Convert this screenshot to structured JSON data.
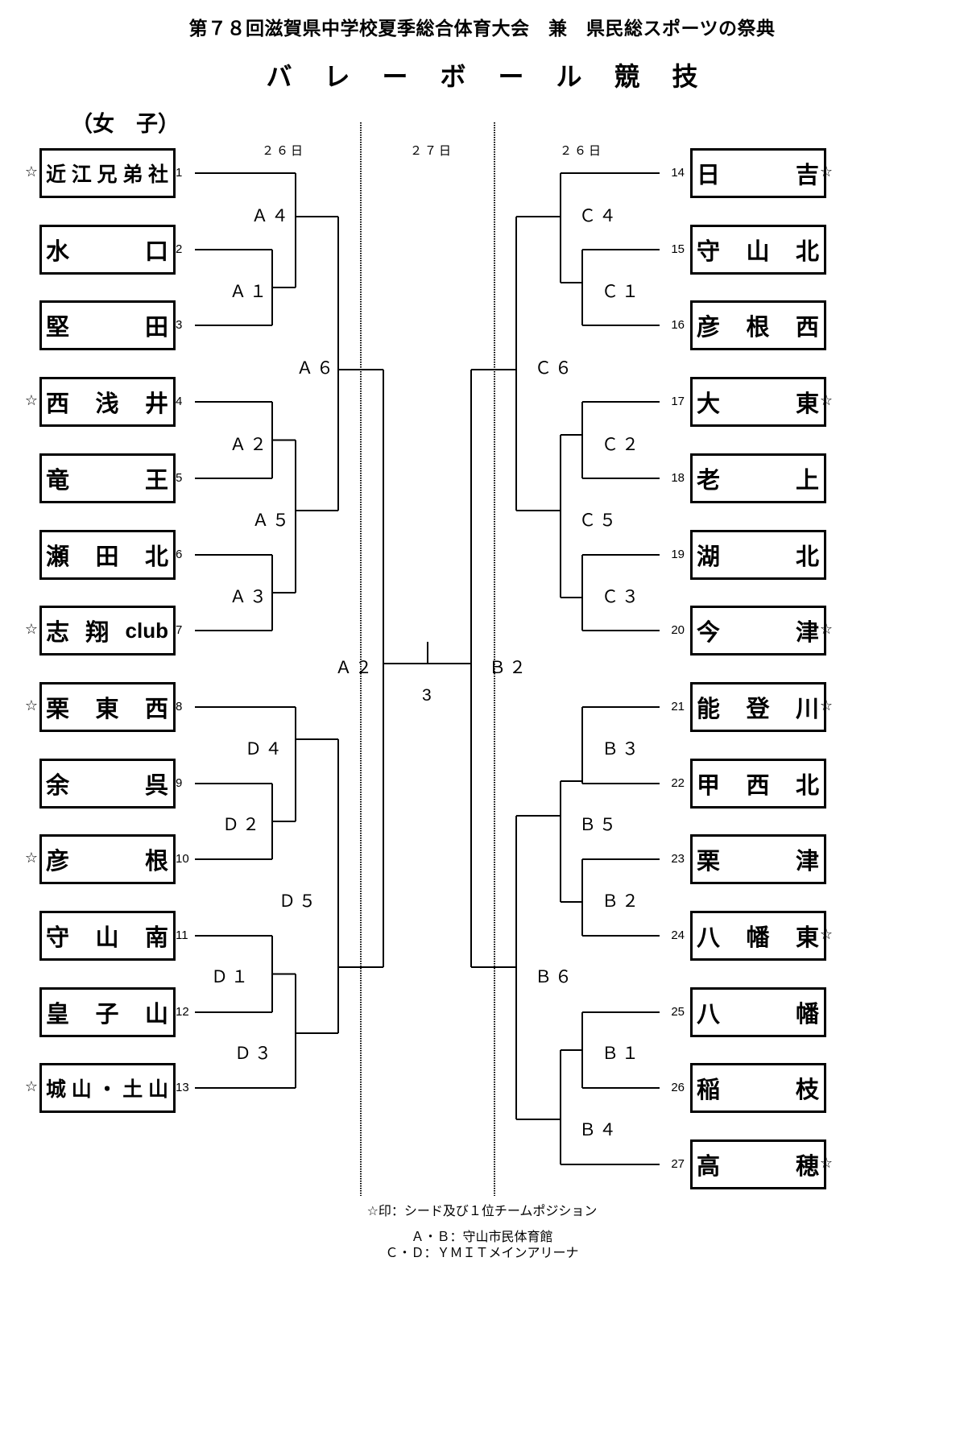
{
  "header": {
    "event_title": "第７８回滋賀県中学校夏季総合体育大会　兼　県民総スポーツの祭典",
    "sport_title_chars": [
      "バ",
      "レ",
      "ー",
      "ボ",
      "ー",
      "ル",
      "競",
      "技"
    ],
    "division": "（女　子）"
  },
  "days": {
    "left": "２６日",
    "center": "２７日",
    "right": "２６日"
  },
  "left_teams": [
    {
      "no": "1",
      "name": "近江兄弟社",
      "chars": [
        "近",
        "江",
        "兄",
        "弟",
        "社"
      ],
      "seed": true
    },
    {
      "no": "2",
      "name": "水口",
      "chars": [
        "水",
        "口"
      ],
      "seed": false
    },
    {
      "no": "3",
      "name": "堅田",
      "chars": [
        "堅",
        "田"
      ],
      "seed": false
    },
    {
      "no": "4",
      "name": "西浅井",
      "chars": [
        "西",
        "浅",
        "井"
      ],
      "seed": true
    },
    {
      "no": "5",
      "name": "竜王",
      "chars": [
        "竜",
        "王"
      ],
      "seed": false
    },
    {
      "no": "6",
      "name": "瀬田北",
      "chars": [
        "瀬",
        "田",
        "北"
      ],
      "seed": false
    },
    {
      "no": "7",
      "name": "志翔club",
      "chars": [
        "志",
        "翔",
        "club"
      ],
      "seed": true
    },
    {
      "no": "8",
      "name": "栗東西",
      "chars": [
        "栗",
        "東",
        "西"
      ],
      "seed": true
    },
    {
      "no": "9",
      "name": "余呉",
      "chars": [
        "余",
        "呉"
      ],
      "seed": false
    },
    {
      "no": "10",
      "name": "彦根",
      "chars": [
        "彦",
        "根"
      ],
      "seed": true
    },
    {
      "no": "11",
      "name": "守山南",
      "chars": [
        "守",
        "山",
        "南"
      ],
      "seed": false
    },
    {
      "no": "12",
      "name": "皇子山",
      "chars": [
        "皇",
        "子",
        "山"
      ],
      "seed": false
    },
    {
      "no": "13",
      "name": "城山・土山",
      "chars": [
        "城",
        "山",
        "・",
        "土",
        "山"
      ],
      "seed": true
    }
  ],
  "right_teams": [
    {
      "no": "14",
      "name": "日吉",
      "chars": [
        "日",
        "吉"
      ],
      "seed": true
    },
    {
      "no": "15",
      "name": "守山北",
      "chars": [
        "守",
        "山",
        "北"
      ],
      "seed": false
    },
    {
      "no": "16",
      "name": "彦根西",
      "chars": [
        "彦",
        "根",
        "西"
      ],
      "seed": false
    },
    {
      "no": "17",
      "name": "大東",
      "chars": [
        "大",
        "東"
      ],
      "seed": true
    },
    {
      "no": "18",
      "name": "老上",
      "chars": [
        "老",
        "上"
      ],
      "seed": false
    },
    {
      "no": "19",
      "name": "湖北",
      "chars": [
        "湖",
        "北"
      ],
      "seed": false
    },
    {
      "no": "20",
      "name": "今津",
      "chars": [
        "今",
        "津"
      ],
      "seed": true
    },
    {
      "no": "21",
      "name": "能登川",
      "chars": [
        "能",
        "登",
        "川"
      ],
      "seed": true
    },
    {
      "no": "22",
      "name": "甲西北",
      "chars": [
        "甲",
        "西",
        "北"
      ],
      "seed": false
    },
    {
      "no": "23",
      "name": "栗津",
      "chars": [
        "栗",
        "津"
      ],
      "seed": false
    },
    {
      "no": "24",
      "name": "八幡東",
      "chars": [
        "八",
        "幡",
        "東"
      ],
      "seed": true
    },
    {
      "no": "25",
      "name": "八幡",
      "chars": [
        "八",
        "幡"
      ],
      "seed": false
    },
    {
      "no": "26",
      "name": "稲枝",
      "chars": [
        "稲",
        "枝"
      ],
      "seed": false
    },
    {
      "no": "27",
      "name": "高穂",
      "chars": [
        "高",
        "穂"
      ],
      "seed": true
    }
  ],
  "seed_mark": "☆",
  "match_labels": {
    "A4": "Ａ４",
    "A1": "Ａ１",
    "A6": "Ａ６",
    "A2": "Ａ２",
    "A5": "Ａ５",
    "A3": "Ａ３",
    "A2_final": "Ａ２",
    "D4": "Ｄ４",
    "D2": "Ｄ２",
    "D5": "Ｄ５",
    "D1": "Ｄ１",
    "D3": "Ｄ３",
    "C4": "Ｃ４",
    "C1": "Ｃ１",
    "C6": "Ｃ６",
    "C2": "Ｃ２",
    "C5": "Ｃ５",
    "C3": "Ｃ３",
    "B2_final": "Ｂ２",
    "B3": "Ｂ３",
    "B5": "Ｂ５",
    "B2": "Ｂ２",
    "B6": "Ｂ６",
    "B1": "Ｂ１",
    "B4": "Ｂ４",
    "final": "3"
  },
  "legend": {
    "seed_note": "☆印：シード及び１位チームポジション",
    "venue_ab": "Ａ・Ｂ：守山市民体育館",
    "venue_cd": "Ｃ・Ｄ：ＹＭＩＴメインアリーナ"
  }
}
